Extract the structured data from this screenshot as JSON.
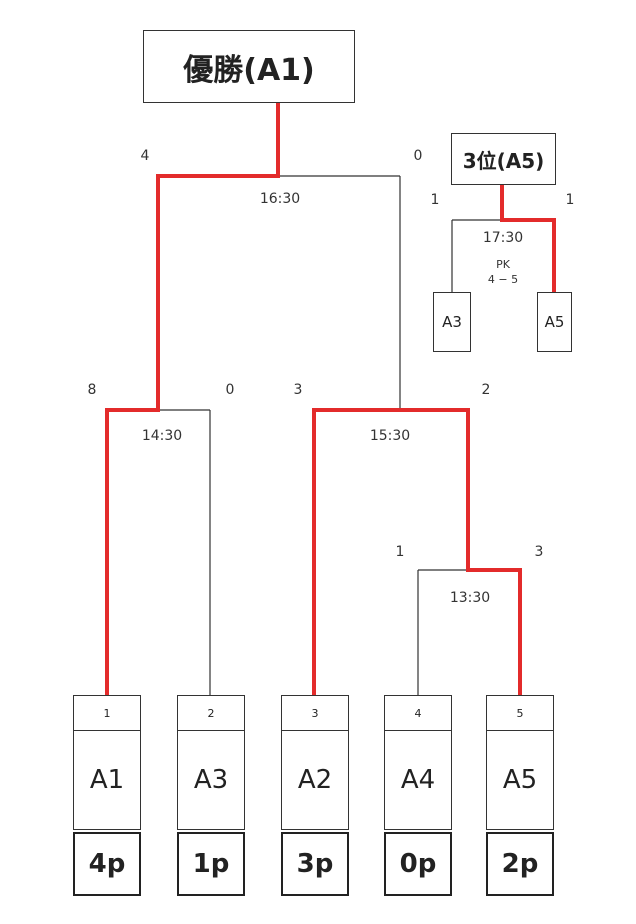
{
  "champion_label": "優勝(A1)",
  "third_label": "3位(A5)",
  "final": {
    "time": "16:30",
    "score_left": "4",
    "score_right": "0"
  },
  "third_match": {
    "time": "17:30",
    "score_left": "1",
    "score_right": "1",
    "pk_label": "PK",
    "pk_score": "4 − 5",
    "team_left": "A3",
    "team_right": "A5"
  },
  "semi_left": {
    "time": "14:30",
    "score_left": "8",
    "score_right": "0"
  },
  "semi_right": {
    "time": "15:30",
    "score_left": "3",
    "score_right": "2"
  },
  "quarter": {
    "time": "13:30",
    "score_left": "1",
    "score_right": "3"
  },
  "slots": [
    {
      "seed": "1",
      "team": "A1",
      "points": "4p"
    },
    {
      "seed": "2",
      "team": "A3",
      "points": "1p"
    },
    {
      "seed": "3",
      "team": "A2",
      "points": "3p"
    },
    {
      "seed": "4",
      "team": "A4",
      "points": "0p"
    },
    {
      "seed": "5",
      "team": "A5",
      "points": "2p"
    }
  ],
  "colors": {
    "winner_line": "#e32b2b",
    "line": "#333333"
  }
}
